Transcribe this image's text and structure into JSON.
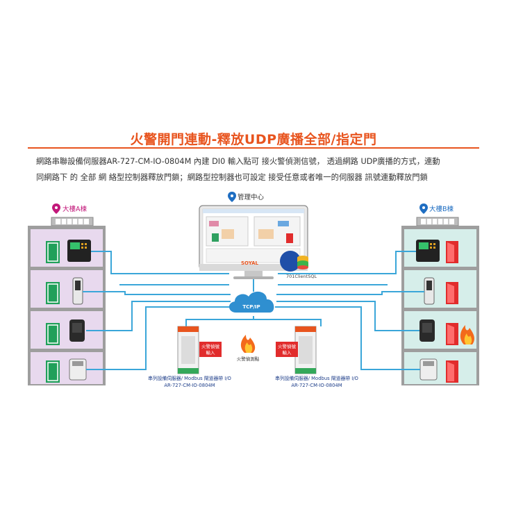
{
  "header": {
    "title": "火警開門連動-釋放UDP廣播全部/指定門",
    "desc_line1": "網路串聯設備伺服器AR-727-CM-IO-0804M 內建 DI0 輸入點可 接火警偵測信號，  透過網路 UDP廣播的方式，連動",
    "desc_line2": "同網路下 的 全部 網 絡型控制器釋放門鎖；網路型控制器也可設定 接受任意或者唯一的伺服器 訊號連動釋放門鎖"
  },
  "labels": {
    "building_a": "大樓A棟",
    "building_b": "大樓B棟",
    "management_center": "管理中心",
    "network": "TCP/IP",
    "software": "701ClientSQL",
    "brand": "SOYAL",
    "fire_point": "火警偵測點",
    "fire_input_left": [
      "火警偵號",
      "輸入"
    ],
    "fire_input_right": [
      "火警偵號",
      "輸入"
    ],
    "server_left": [
      "串列設備伺服器/ Modbus 閘道器帶 I/O",
      "AR-727-CM-IO-0804M"
    ],
    "server_right": [
      "串列設備伺服器/ Modbus 閘道器帶 I/O",
      "AR-727-CM-IO-0804M"
    ]
  },
  "colors": {
    "accent": "#e8541e",
    "network_line": "#3aa6d9",
    "building_a_floor": "#e8d9ee",
    "building_b_floor": "#d6eeea",
    "door_closed": "#20a05a",
    "door_open": "#e12c2c",
    "pin": "#1f6ec2"
  },
  "icons": [
    "location-pin-icon",
    "cloud-icon",
    "fire-icon",
    "monitor-icon",
    "database-icon",
    "door-icon",
    "card-reader-icon"
  ]
}
